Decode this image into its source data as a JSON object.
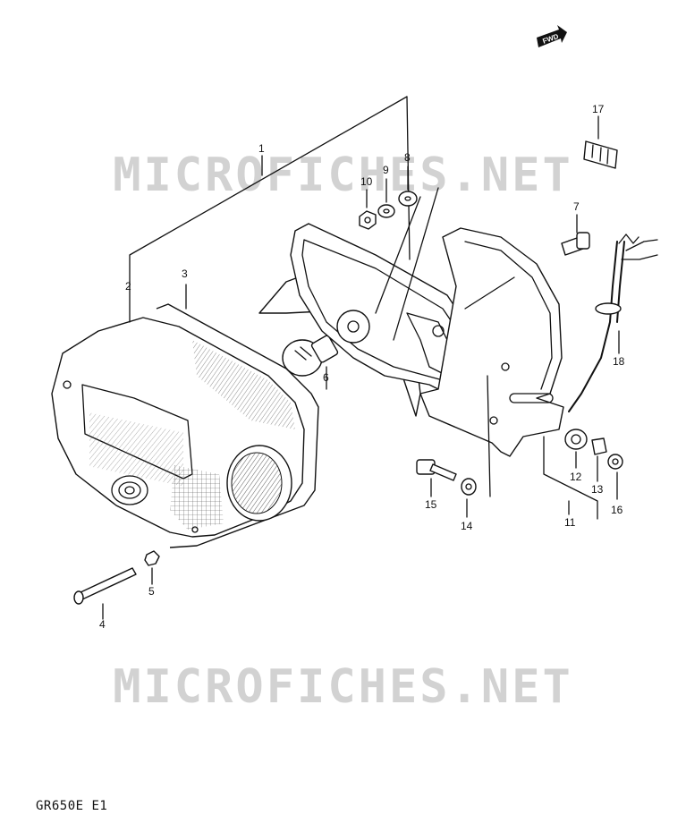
{
  "watermark": "MICROFICHES.NET",
  "fwd_label": "FWD",
  "footer": "GR650E  E1",
  "callouts": {
    "c1": "1",
    "c2": "2",
    "c3": "3",
    "c4": "4",
    "c5": "5",
    "c6": "6",
    "c7": "7",
    "c8": "8",
    "c9": "9",
    "c10": "10",
    "c11": "11",
    "c12": "12",
    "c13": "13",
    "c14": "14",
    "c15": "15",
    "c16": "16",
    "c17": "17",
    "c18": "18"
  }
}
